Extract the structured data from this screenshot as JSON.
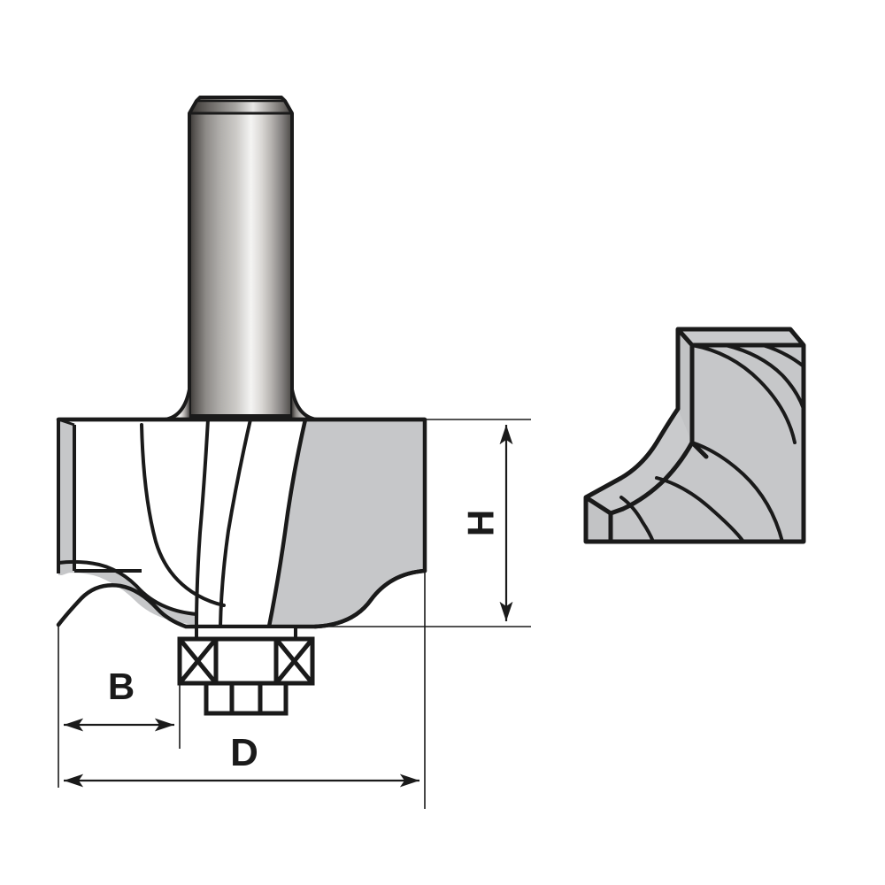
{
  "drawing": {
    "type": "technical-line-drawing",
    "subject": "Classical cove-and-bead (ogee) router bit with ball-bearing guide",
    "background_color": "#ffffff",
    "line_color": "#1a1a1a",
    "body_fill_color": "#c6c7c9",
    "blank_fill_color": "#ffffff",
    "shank_gradient": {
      "stop_1": "#2e2b29",
      "stop_2": "#6f6c69",
      "stop_3": "#b4b2af",
      "stop_4": "#f2f2f1",
      "stop_5": "#b9b7b4",
      "stop_6": "#8a8784",
      "stop_7": "#4a4744"
    },
    "sample_fill_color": "#c6c7c9"
  },
  "dimensions": {
    "height_label": "H",
    "bearing_offset_label": "B",
    "diameter_label": "D"
  },
  "parts": {
    "shank_name": "shank",
    "cutter_body_name": "cutter-body",
    "bearing_name": "ball-bearing",
    "screw_name": "bearing-screw",
    "wood_sample_name": "machined-wood-profile-sample"
  },
  "labels": {
    "height": "H",
    "offset": "B",
    "diameter": "D"
  }
}
